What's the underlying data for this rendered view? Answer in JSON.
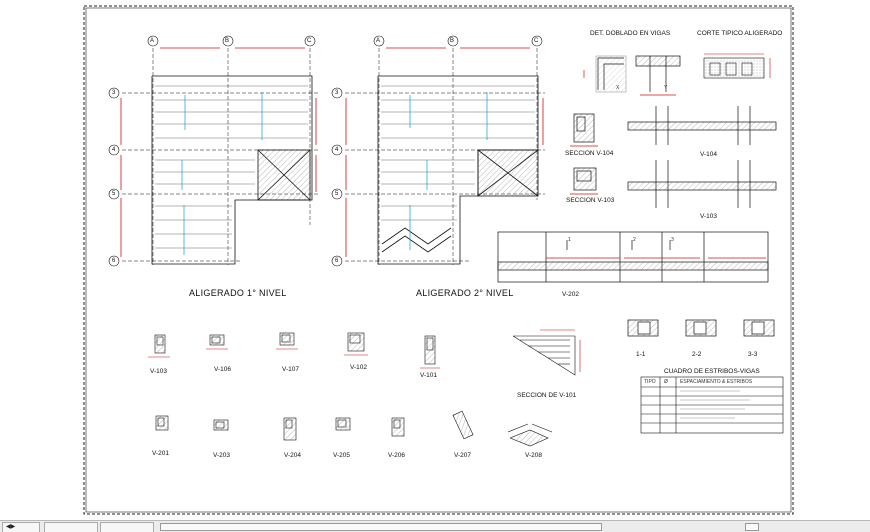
{
  "titles": {
    "plan1": "ALIGERADO 1° NIVEL",
    "plan2": "ALIGERADO 2° NIVEL",
    "det_doblaje": "DET. DOBLADO EN VIGAS",
    "corte_tipico": "CORTE TIPICO ALIGERADO",
    "seccion_v104": "SECCION V-104",
    "seccion_v103": "SECCION V-103",
    "seccion_v101": "SECCION DE V-101",
    "cuadro": "CUADRO DE ESTRIBOS-VIGAS"
  },
  "axes": {
    "columns": [
      "A",
      "B",
      "C"
    ],
    "rows": [
      "3",
      "4",
      "5",
      "6"
    ]
  },
  "beams_row1": [
    "V-103",
    "V-106",
    "V-107",
    "V-102",
    "V-101"
  ],
  "beams_row2": [
    "V-201",
    "V-203",
    "V-204",
    "V-205",
    "V-206",
    "V-207",
    "V-208"
  ],
  "elevations": {
    "v104": "V-104",
    "v103": "V-103",
    "v202": "V-202"
  },
  "span_marks": [
    "1",
    "2",
    "3"
  ],
  "cuts": [
    "1-1",
    "2-2",
    "3-3"
  ],
  "detail_marks": {
    "x": "X",
    "y": "Y"
  },
  "table": {
    "headers": [
      "TIPO",
      "Ø",
      "ESPACIAMIENTO & ESTRIBOS"
    ]
  },
  "colors": {
    "line": "#111111",
    "dim": "#d01010",
    "cyan": "#0aa0d0",
    "hatch": "#777777"
  }
}
